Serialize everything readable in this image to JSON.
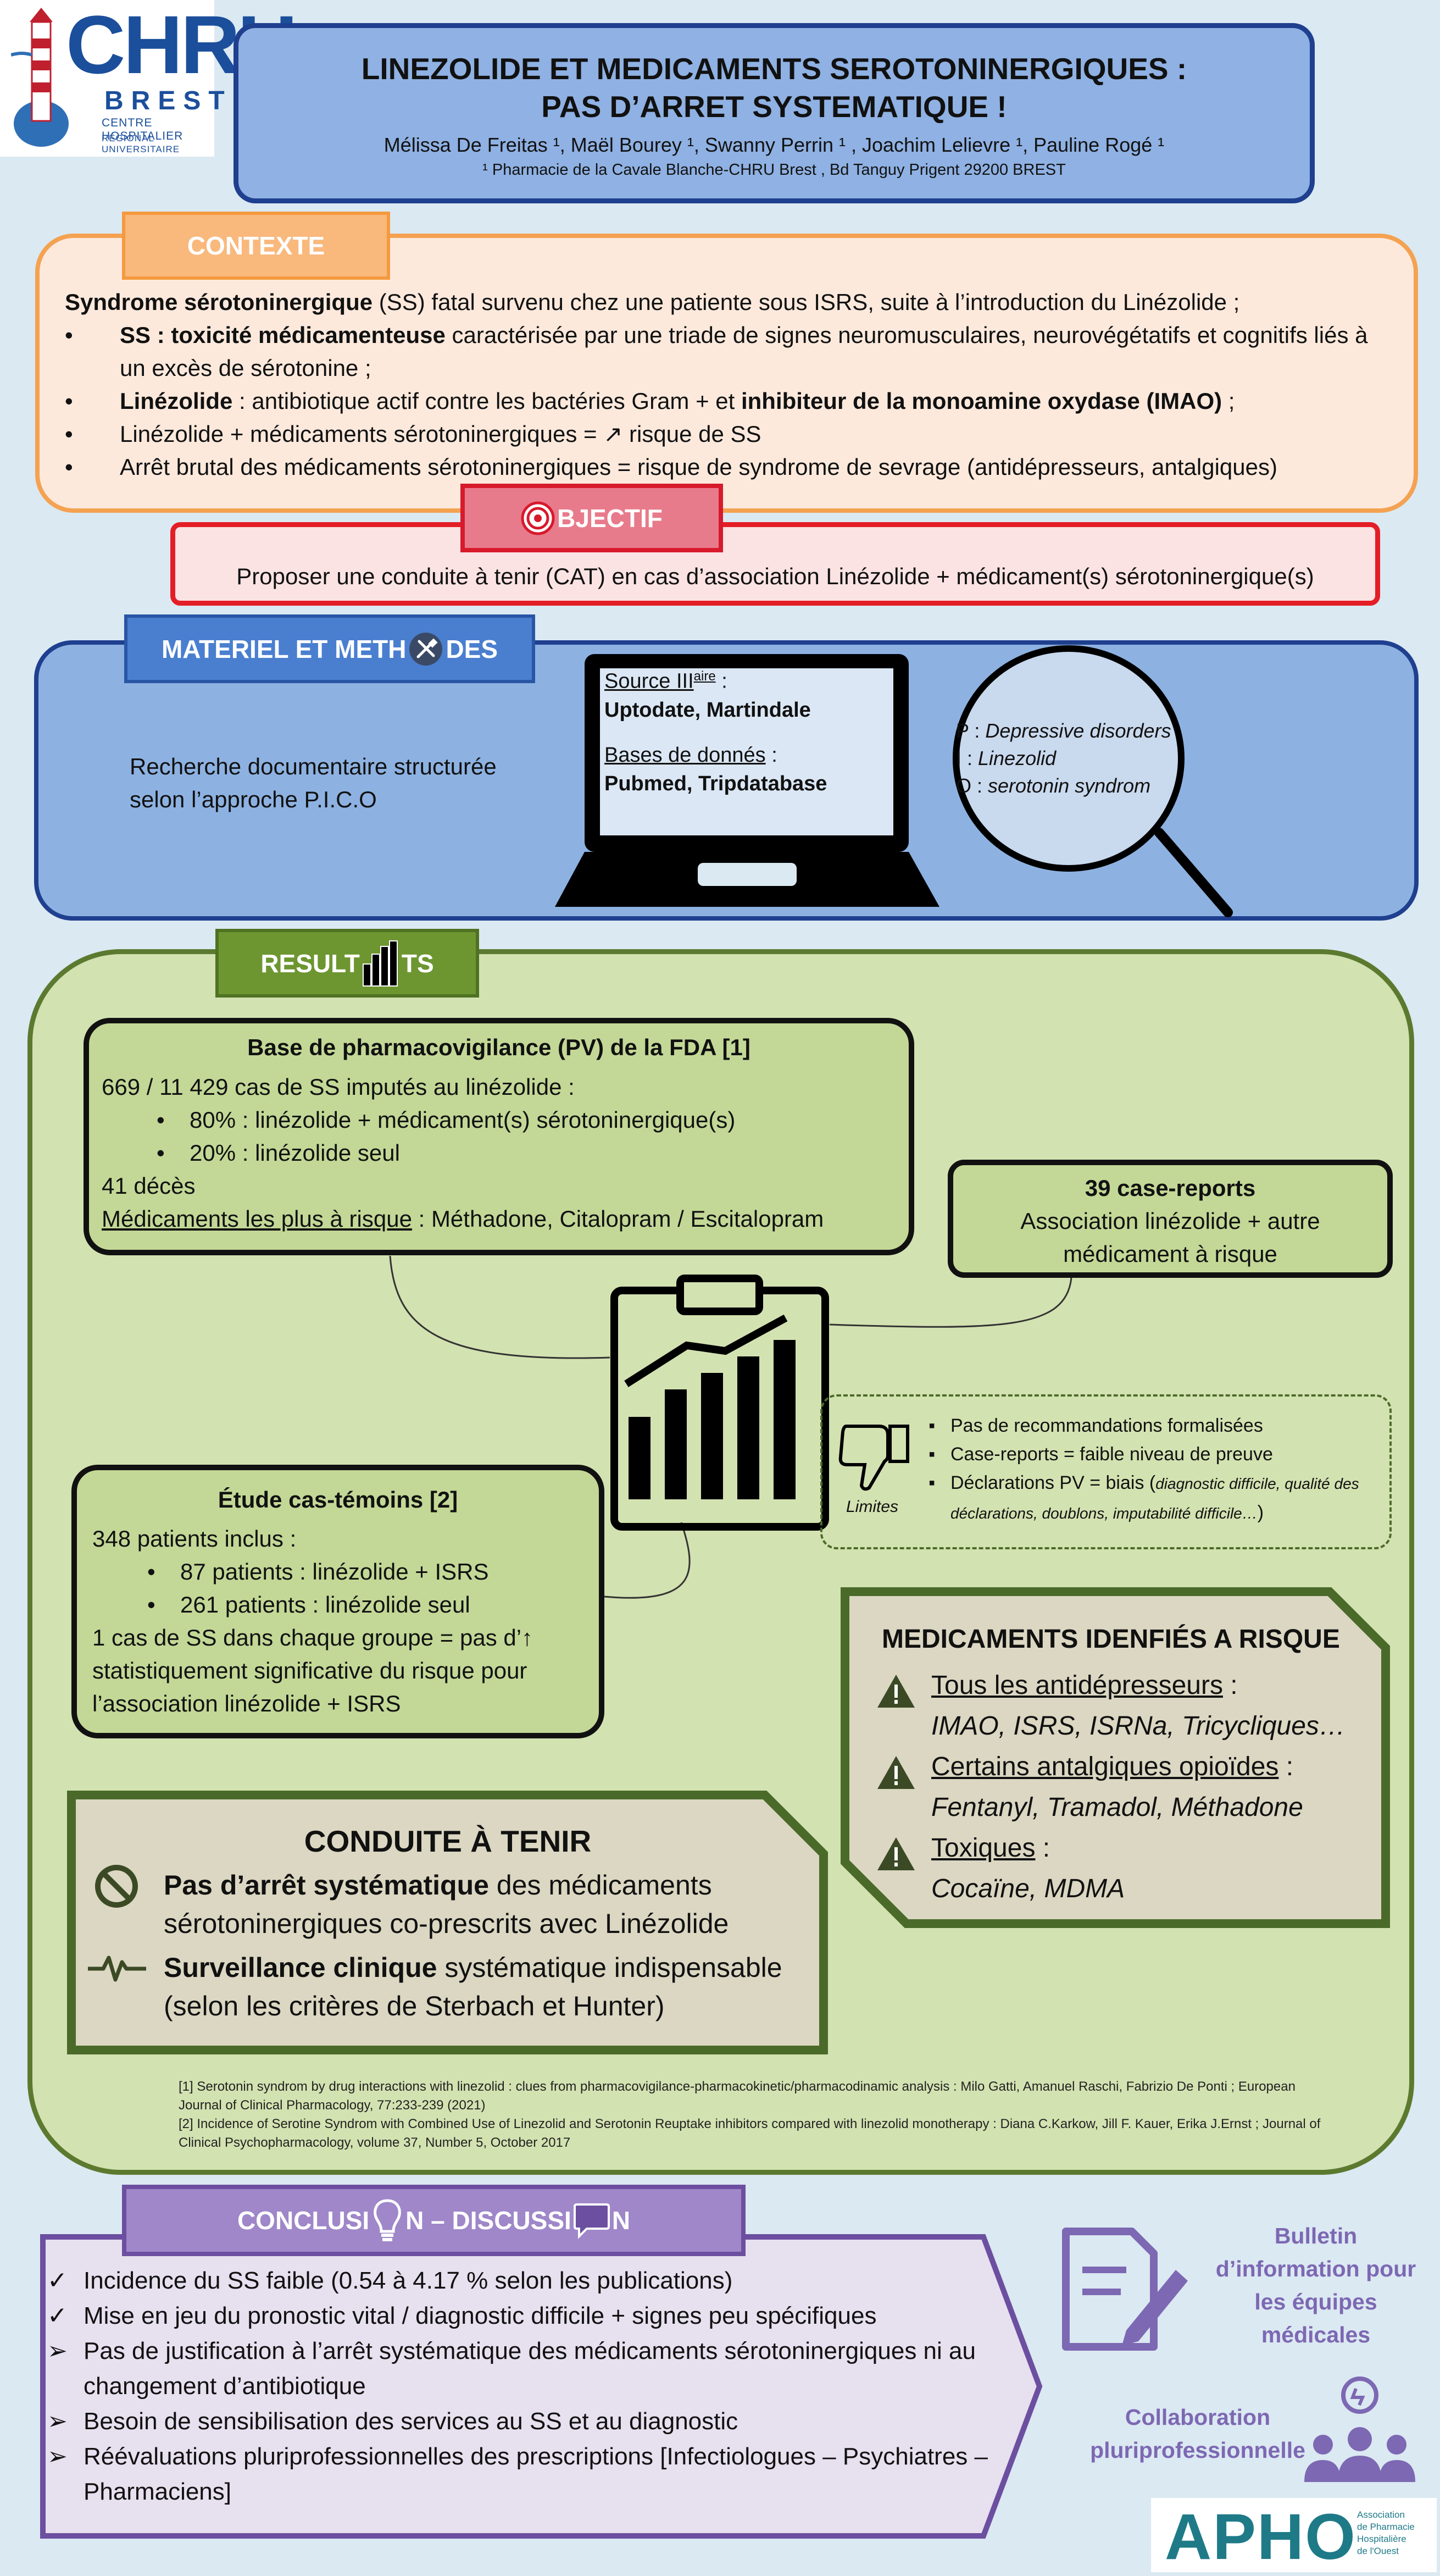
{
  "logo": {
    "name": "CHRU",
    "city": "BREST",
    "line1": "CENTRE HOSPITALIER",
    "line2": "RÉGIONAL UNIVERSITAIRE"
  },
  "header": {
    "title_line1": "LINEZOLIDE ET MEDICAMENTS SEROTONINERGIQUES :",
    "title_line2": "PAS D’ARRET SYSTEMATIQUE !",
    "authors": "Mélissa De Freitas ¹, Maël Bourey ¹, Swanny Perrin ¹ , Joachim Lelievre ¹,  Pauline Rogé ¹",
    "affiliation": "¹ Pharmacie de la Cavale Blanche-CHRU Brest , Bd Tanguy Prigent 29200 BREST"
  },
  "contexte": {
    "tab": "CONTEXTE",
    "intro_bold": "Syndrome sérotoninergique",
    "intro_rest": " (SS) fatal survenu chez une patiente sous ISRS, suite à l’introduction du Linézolide ;",
    "b1_bold": "SS : toxicité médicamenteuse",
    "b1_rest": " caractérisée par une triade de signes neuromusculaires, neurovégétatifs et cognitifs liés à un excès de sérotonine ;",
    "b2_bold": "Linézolide",
    "b2_mid": " : antibiotique actif contre les bactéries Gram + et ",
    "b2_bold2": "inhibiteur de la monoamine oxydase (IMAO)",
    "b2_end": " ;",
    "b3": "Linézolide + médicaments sérotoninergiques = ↗ risque de SS",
    "b4": "Arrêt brutal des médicaments sérotoninergiques = risque de syndrome de sevrage (antidépresseurs, antalgiques)"
  },
  "objectif": {
    "tab": "BJECTIF",
    "text": "Proposer une conduite à tenir (CAT) en cas d’association Linézolide + médicament(s) sérotoninergique(s)"
  },
  "materiel": {
    "tab_a": "MATERIEL ET METH",
    "tab_b": "DES",
    "text_l1": "Recherche documentaire structurée",
    "text_l2": "selon l’approche P.I.C.O",
    "src_label": "Source III",
    "src_sup": "aire",
    "src_colon": " :",
    "src_value": "Uptodate, Martindale",
    "db_label": "Bases de donnés",
    "db_colon": " :",
    "db_value": "Pubmed, Tripdatabase",
    "pico_p_label": "P : ",
    "pico_p": "Depressive disorders",
    "pico_i_label": "I : ",
    "pico_i": "Linezolid",
    "pico_o_label": "O : ",
    "pico_o": "serotonin syndrom"
  },
  "resultats": {
    "tab_a": "RESULT",
    "tab_b": "TS",
    "pv": {
      "title": "Base de pharmacovigilance (PV) de la FDA [1]",
      "l1": "669 / 11 429 cas de SS imputés au linézolide :",
      "l2": "80% : linézolide + médicament(s) sérotoninergique(s)",
      "l3": "20% : linézolide seul",
      "l4": "41 décès",
      "l5_u": "Médicaments les plus à risque",
      "l5_rest": " : Méthadone, Citalopram / Escitalopram"
    },
    "cases": {
      "title": "39 case-reports",
      "l1": "Association linézolide + autre",
      "l2": "médicament à risque"
    },
    "etude": {
      "title": "Étude cas-témoins [2]",
      "l1": "348 patients inclus :",
      "l2": "87 patients : linézolide + ISRS",
      "l3": "261 patients : linézolide seul",
      "l4": "1 cas de SS dans chaque groupe = pas d’↑ statistiquement significative du risque pour l’association linézolide + ISRS"
    },
    "limites": {
      "label": "Limites",
      "i1": "Pas de recommandations  formalisées",
      "i2": "Case-reports = faible niveau de preuve",
      "i3": "Déclarations PV = biais (",
      "i3_small": "diagnostic difficile, qualité des déclarations, doublons, imputabilité difficile…",
      "i3_end": ")"
    },
    "medicaments": {
      "title": "MEDICAMENTS IDENFIÉS A RISQUE",
      "c1": "Tous les antidépresseurs",
      "c1_colon": " :",
      "c1_list": "IMAO, ISRS, ISRNa, Tricycliques…",
      "c2": "Certains antalgiques opioïdes",
      "c2_colon": " :",
      "c2_list": "Fentanyl, Tramadol, Méthadone",
      "c3": "Toxiques",
      "c3_colon": " :",
      "c3_list": "Cocaïne, MDMA"
    },
    "cat": {
      "title": "CONDUITE À TENIR",
      "i1_bold": "Pas d’arrêt systématique",
      "i1_rest": " des médicaments sérotoninergiques co-prescrits avec Linézolide",
      "i2_bold": "Surveillance clinique",
      "i2_rest": " systématique indispensable (selon les critères de Sterbach et Hunter)"
    },
    "refs": {
      "r1": "[1] Serotonin syndrom by drug interactions with linezolid : clues from pharmacovigilance-pharmacokinetic/pharmacodinamic analysis : Milo Gatti, Amanuel Raschi, Fabrizio De Ponti ; European Journal of Clinical Pharmacology, 77:233-239 (2021)",
      "r2": "[2]  Incidence of Serotine Syndrom with Combined Use of Linezolid and Serotonin Reuptake inhibitors compared with linezolid monotherapy : Diana C.Karkow, Jill F. Kauer, Erika J.Ernst ; Journal of Clinical Psychopharmacology, volume 37, Number 5, October 2017"
    }
  },
  "conclusion": {
    "tab_a": "CONCLUSI",
    "tab_b": "N – DISCUSSI",
    "tab_c": "N",
    "items": [
      {
        "mark": "✓",
        "text": "Incidence du SS faible (0.54 à 4.17 % selon les publications)"
      },
      {
        "mark": "✓",
        "text": "Mise en jeu du pronostic vital / diagnostic difficile + signes peu spécifiques"
      },
      {
        "mark": "➢",
        "text": "Pas de justification à l’arrêt systématique des médicaments sérotoninergiques ni au changement d’antibiotique"
      },
      {
        "mark": "➢",
        "text": "Besoin de sensibilisation des services au SS et au diagnostic"
      },
      {
        "mark": "➢",
        "text": "Réévaluations pluriprofessionnelles des prescriptions [Infectiologues – Psychiatres – Pharmaciens]"
      }
    ],
    "bulletin": "Bulletin d’information pour les équipes médicales",
    "collab": "Collaboration pluriprofessionnelle"
  },
  "apho": {
    "name": "APHO",
    "sub1": "Association",
    "sub2": "de Pharmacie",
    "sub3": "Hospitalière",
    "sub4": "de l'Ouest"
  },
  "colors": {
    "title_bg": "#8fb1e3",
    "contexte_border": "#f4a252",
    "objectif_border": "#e41e26",
    "materiel_bg": "#8db2e2",
    "results_bg": "#d3e2b1",
    "results_border": "#5c7a2f",
    "conclusion_bg": "#e6e0ef",
    "conclusion_accent": "#7d68b3"
  }
}
